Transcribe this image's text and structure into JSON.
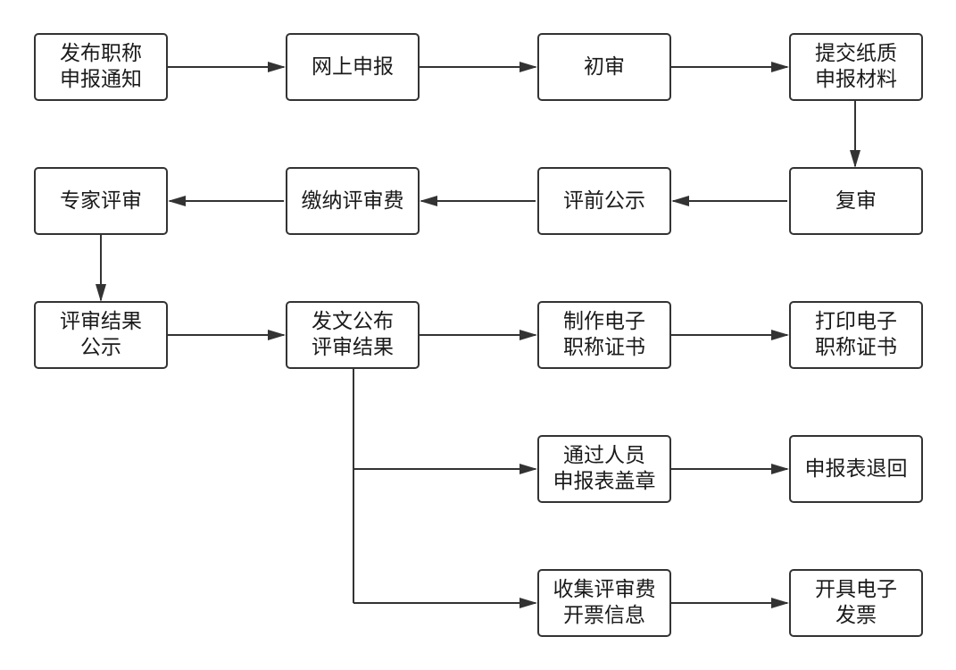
{
  "diagram": {
    "steps": {
      "publish_notice": "发布职称\n申报通知",
      "online_apply": "网上申报",
      "initial_review": "初审",
      "submit_paper": "提交纸质\n申报材料",
      "re_review": "复审",
      "pre_review_notice": "评前公示",
      "pay_fee": "缴纳评审费",
      "expert_review": "专家评审",
      "result_notice": "评审结果\n公示",
      "publish_result": "发文公布\n评审结果",
      "make_cert": "制作电子\n职称证书",
      "print_cert": "打印电子\n职称证书",
      "stamp_form": "通过人员\n申报表盖章",
      "return_form": "申报表退回",
      "collect_invoice": "收集评审费\n开票信息",
      "issue_invoice": "开具电子\n发票"
    },
    "colors": {
      "border": "#333333",
      "line": "#333333",
      "text": "#1a1a1a",
      "background": "#ffffff"
    }
  }
}
